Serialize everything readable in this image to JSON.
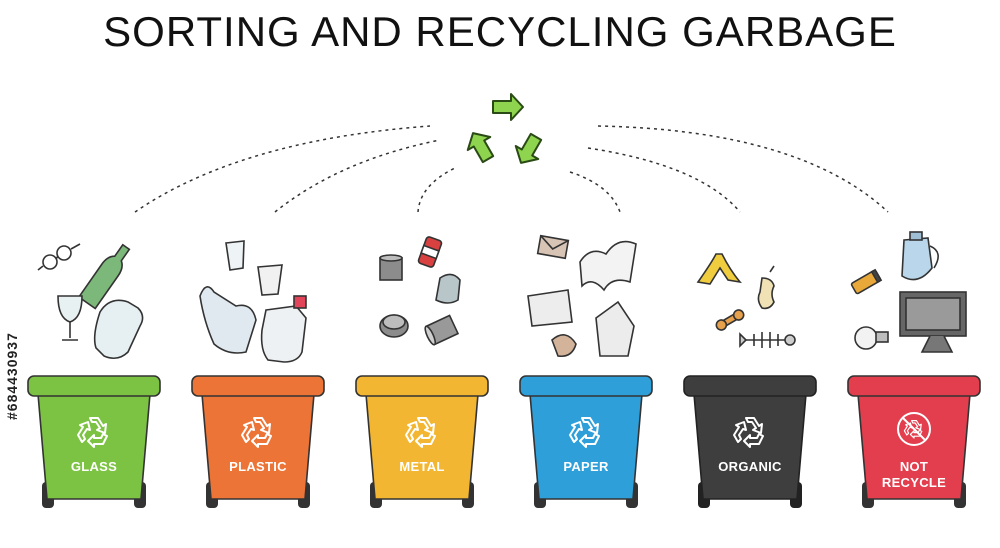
{
  "title": "SORTING AND RECYCLING GARBAGE",
  "watermark_id": "#684430937",
  "bins": [
    {
      "id": "glass",
      "label": "GLASS",
      "color": "#7cc243",
      "items": [
        "glasses",
        "bottle",
        "wine-glass",
        "jar"
      ]
    },
    {
      "id": "plastic",
      "label": "PLASTIC",
      "color": "#ed7437",
      "items": [
        "cup",
        "plastic-bag",
        "yogurt-cup",
        "detergent-bottle"
      ]
    },
    {
      "id": "metal",
      "label": "METAL",
      "color": "#f2b632",
      "items": [
        "tin-can",
        "soda-can",
        "crushed-can",
        "tuna-can",
        "can"
      ]
    },
    {
      "id": "paper",
      "label": "PAPER",
      "color": "#2f9fda",
      "items": [
        "envelope",
        "book",
        "newspaper",
        "paper-bag",
        "carton"
      ]
    },
    {
      "id": "organic",
      "label": "ORGANIC",
      "color": "#3e3e3e",
      "items": [
        "banana-peel",
        "apple-core",
        "bone",
        "fish-bone"
      ]
    },
    {
      "id": "not-recycle",
      "label": "NOT\nRECYCLE",
      "label_line1": "NOT",
      "label_line2": "RECYCLE",
      "color": "#e33e4e",
      "items": [
        "kettle",
        "battery",
        "monitor",
        "light-bulb"
      ]
    }
  ],
  "recycle_symbol_color": "#8ed44f"
}
